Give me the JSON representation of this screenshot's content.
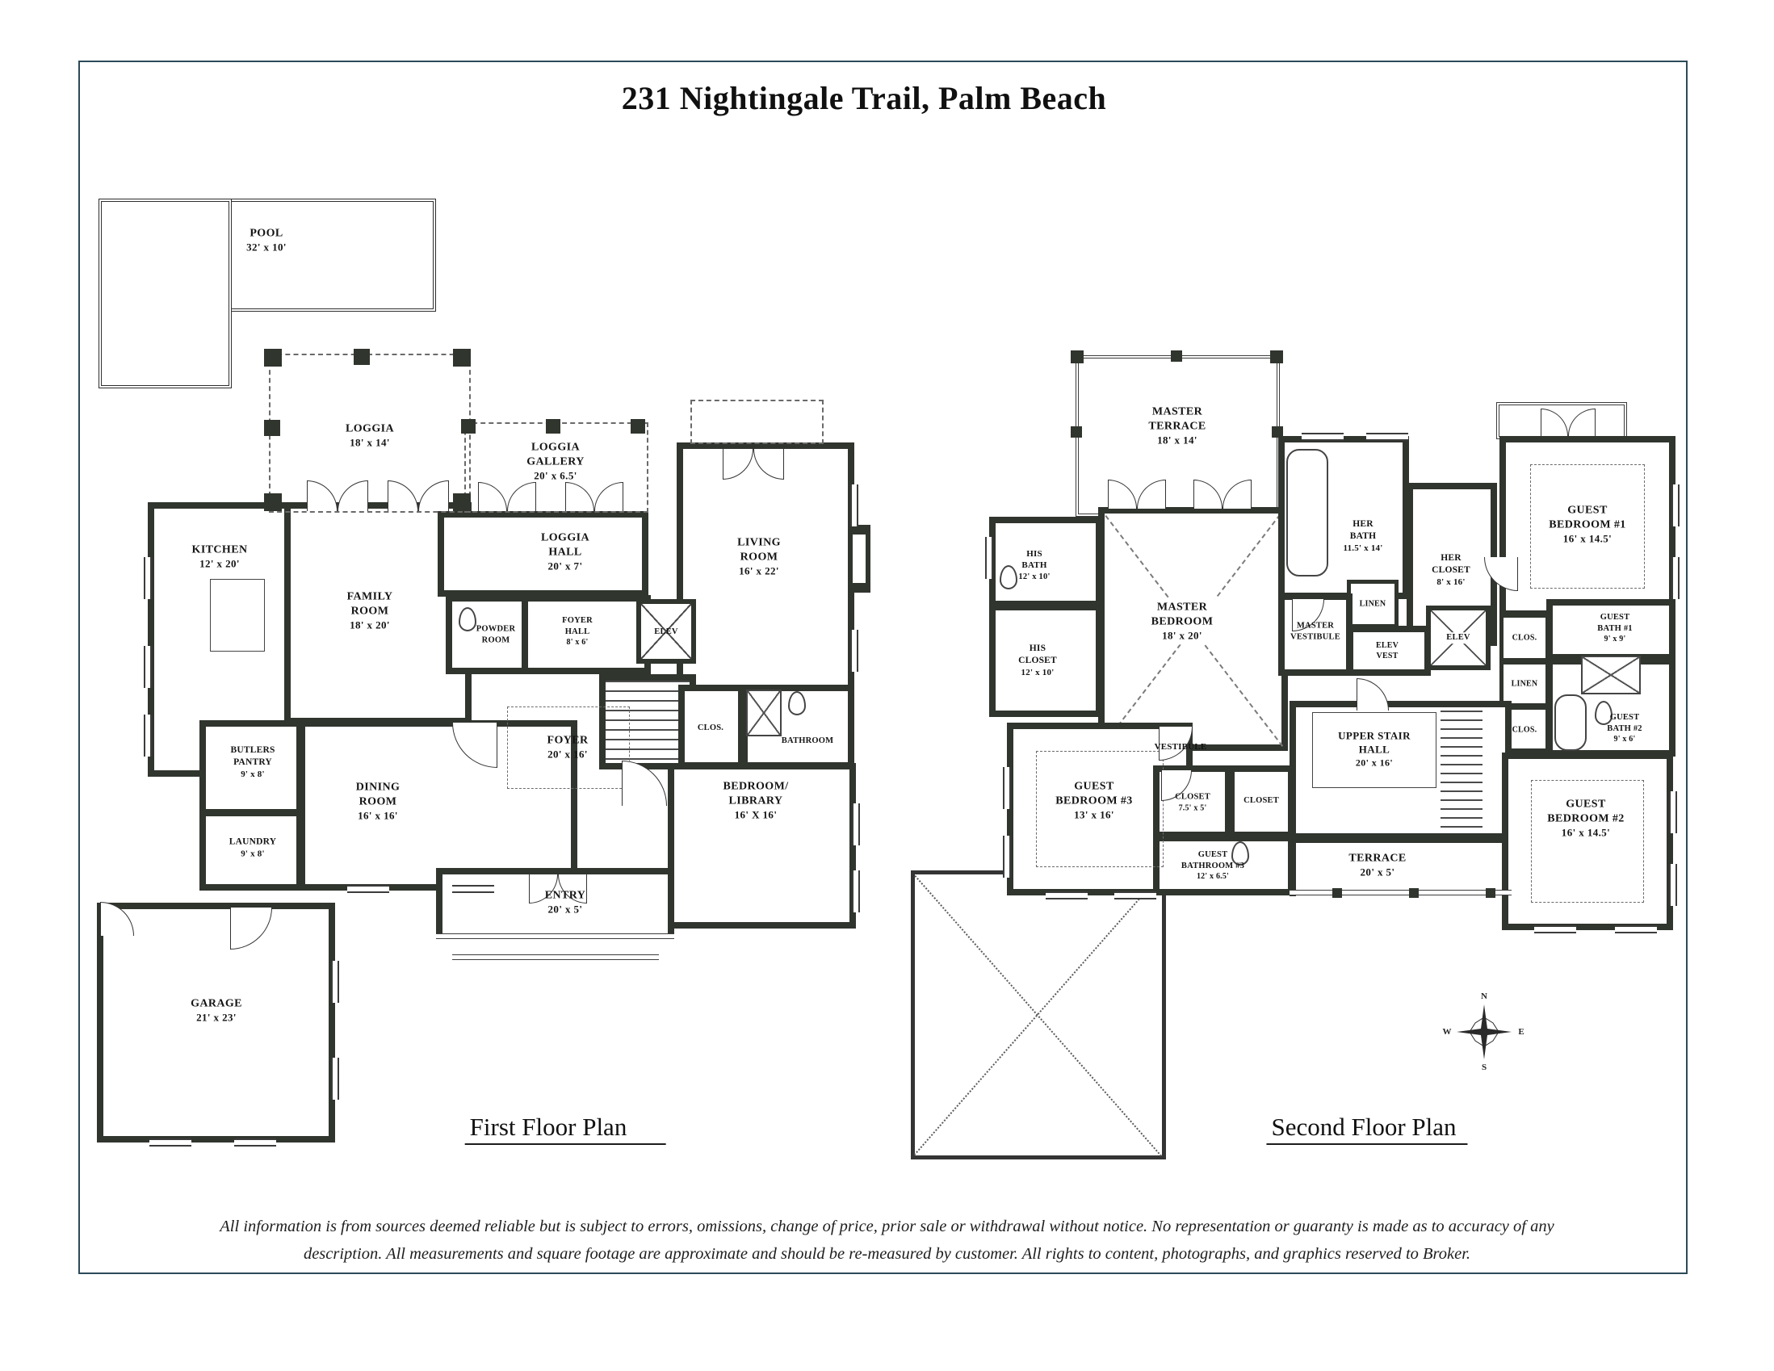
{
  "colors": {
    "wall": "#30352e",
    "frame": "#2c4a57",
    "ink": "#141414"
  },
  "page": {
    "title": "231 Nightingale Trail, Palm Beach",
    "disclaimer_line1": "All information is from sources deemed reliable but is subject to errors, omissions, change of price, prior sale or withdrawal without notice. No representation  or guaranty is made as to accuracy of any",
    "disclaimer_line2": "description. All measurements and square footage are approximate and should be re-measured by customer.  All rights to content, photographs, and graphics reserved to Broker."
  },
  "floor1": {
    "label": "First Floor Plan",
    "rooms": [
      {
        "name": "POOL",
        "dims": "32' x 10'"
      },
      {
        "name": "LOGGIA",
        "dims": "18' x 14'"
      },
      {
        "name": "LOGGIA\nGALLERY",
        "dims": "20' x 6.5'"
      },
      {
        "name": "LOGGIA\nHALL",
        "dims": "20' x 7'"
      },
      {
        "name": "LIVING\nROOM",
        "dims": "16' x 22'"
      },
      {
        "name": "KITCHEN",
        "dims": "12' x 20'"
      },
      {
        "name": "FAMILY\nROOM",
        "dims": "18' x 20'"
      },
      {
        "name": "POWDER\nROOM",
        "dims": null
      },
      {
        "name": "FOYER\nHALL",
        "dims": "8' x 6'"
      },
      {
        "name": "ELEV",
        "dims": null
      },
      {
        "name": "CLOS.",
        "dims": null
      },
      {
        "name": "BATHROOM",
        "dims": null
      },
      {
        "name": "FOYER",
        "dims": "20' x 16'"
      },
      {
        "name": "BUTLERS\nPANTRY",
        "dims": "9' x 8'"
      },
      {
        "name": "DINING\nROOM",
        "dims": "16' x 16'"
      },
      {
        "name": "LAUNDRY",
        "dims": "9' x 8'"
      },
      {
        "name": "BEDROOM/\nLIBRARY",
        "dims": "16' X 16'"
      },
      {
        "name": "ENTRY",
        "dims": "20' x 5'"
      },
      {
        "name": "GARAGE",
        "dims": "21' x 23'"
      }
    ]
  },
  "floor2": {
    "label": "Second Floor Plan",
    "rooms": [
      {
        "name": "MASTER\nTERRACE",
        "dims": "18' x 14'"
      },
      {
        "name": "HER\nBATH",
        "dims": "11.5' x 14'"
      },
      {
        "name": "HER\nCLOSET",
        "dims": "8' x 16'"
      },
      {
        "name": "GUEST\nBEDROOM #1",
        "dims": "16' x 14.5'"
      },
      {
        "name": "HIS\nBATH",
        "dims": "12' x 10'"
      },
      {
        "name": "MASTER\nBEDROOM",
        "dims": "18' x 20'"
      },
      {
        "name": "MASTER\nVESTIBULE",
        "dims": null
      },
      {
        "name": "LINEN",
        "dims": null
      },
      {
        "name": "ELEV\nVEST",
        "dims": null
      },
      {
        "name": "ELEV",
        "dims": null
      },
      {
        "name": "HIS\nCLOSET",
        "dims": "12' x 10'"
      },
      {
        "name": "CLOS.",
        "dims": null
      },
      {
        "name": "GUEST\nBATH #1",
        "dims": "9' x 9'"
      },
      {
        "name": "LINEN",
        "dims": null
      },
      {
        "name": "CLOS.",
        "dims": null
      },
      {
        "name": "GUEST\nBATH #2",
        "dims": "9' x 6'"
      },
      {
        "name": "UPPER STAIR\nHALL",
        "dims": "20' x 16'"
      },
      {
        "name": "VESTIBULE",
        "dims": null
      },
      {
        "name": "GUEST\nBEDROOM #3",
        "dims": "13' x 16'"
      },
      {
        "name": "CLOSET",
        "dims": "7.5' x 5'"
      },
      {
        "name": "CLOSET",
        "dims": null
      },
      {
        "name": "GUEST\nBATHROOM #3",
        "dims": "12' x 6.5'"
      },
      {
        "name": "TERRACE",
        "dims": "20' x 5'"
      },
      {
        "name": "GUEST\nBEDROOM #2",
        "dims": "16' x 14.5'"
      }
    ]
  },
  "compass": {
    "n": "N",
    "e": "E",
    "s": "S",
    "w": "W"
  }
}
